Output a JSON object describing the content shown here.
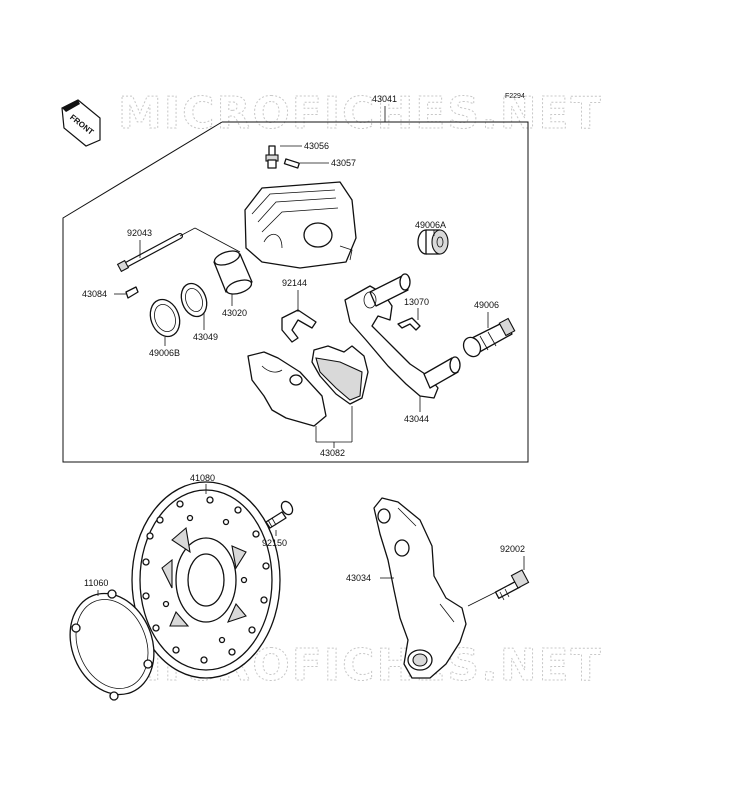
{
  "diagram": {
    "code": "F2294",
    "front_label": "FRONT",
    "watermark": "MICROFICHES.NET",
    "parts": {
      "p43041": "43041",
      "p43056": "43056",
      "p43057": "43057",
      "p92043": "92043",
      "p49006A": "49006A",
      "p43084": "43084",
      "p92144": "92144",
      "p13070": "13070",
      "p49006": "49006",
      "p43020": "43020",
      "p43049": "43049",
      "p49006B": "49006B",
      "p43044": "43044",
      "p43082": "43082",
      "p41080": "41080",
      "p92150": "92150",
      "p92002": "92002",
      "p11060": "11060",
      "p43034": "43034"
    }
  }
}
